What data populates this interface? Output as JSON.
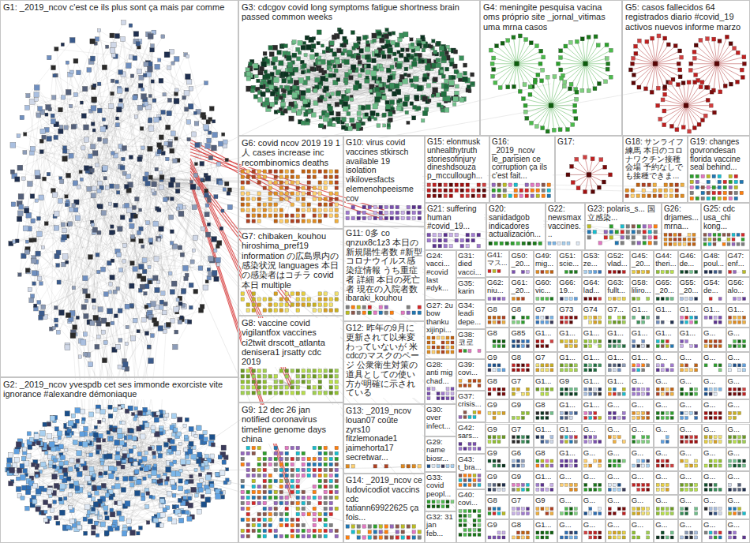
{
  "diagram": {
    "nodes": [
      {
        "text": [
          "G1: _2019_ncov c'est ce ils plus sont ça mais par comme"
        ]
      },
      {
        "text": [
          "G2: _2019_ncov yvespdb cet ses immonde exorciste vite ignorance #alexandre démoniaque"
        ]
      },
      {
        "text": [
          "G3: cdcgov covid long symptoms fatigue shortness brain passed common weeks"
        ]
      },
      {
        "text": [
          "G4: meningite pesquisa vacina oms próprio site _jornal_vitimas uma mrna casos"
        ]
      },
      {
        "text": [
          "G5: casos fallecidos 64 registrados diario #covid_19 activos nuevos informe marzo"
        ]
      },
      {
        "text": [
          "G6: covid ncov 2019 19 1人 cases increase inc recombinomics deaths"
        ]
      },
      {
        "text": [
          "G7: chibaken_kouhou hiroshima_pref19 information の広島県内の感染状況 languages 本日の感染者はコチラ covid 本日 multiple"
        ]
      },
      {
        "text": [
          "G8: vaccine covid vigilantfox vaccines ci2twit drscott_atlanta denisera1 jrsatty cdc 2019"
        ]
      },
      {
        "text": [
          "G9: 12 dec 26 jan notified coronavirus timeline genome days china"
        ]
      },
      {
        "text": [
          "G10: virus covid vaccines stkirsch available 19 isolation vikilovesfacts elemenohpeeisme cov"
        ]
      },
      {
        "text": [
          "G11: 0多 co qnzux8c1z3 本日の新規陽性者数 #新型コロナウイルス感染症情報 うち重症者 詳細 本日の死亡者 現在の入院者数 ibaraki_kouhou"
        ]
      },
      {
        "text": [
          "G12: 昨年の9月に更新されて以来変わっていないが 米cdcのマスクのページ 公衆衛生対策の道具としての使い方が明確に示されている"
        ]
      },
      {
        "text": [
          "G13: _2019_ncov louan07 coûte zyrs10 fitzlemonade1 jaimehorta17 secretwar..."
        ]
      },
      {
        "text": [
          "G14: _2019_ncov ce ludovicodiot vaccins cdc tatiann69922625 ça fois..."
        ]
      },
      {
        "text": [
          "G15: elonmusk unhealthytruth storiesofinjury dineshdsouza p_mccullough..."
        ]
      },
      {
        "text": [
          "G16: _2019_ncov le_parisien ce corruption ça ils c'est fait..."
        ]
      },
      {
        "text": [
          "G17:"
        ]
      },
      {
        "text": [
          "G18: サンライフ練馬 本日のコロナワクチン接種会場 予約なしでも接種できま..."
        ]
      },
      {
        "text": [
          "G19: changes govrondesan florida vaccine seal behind..."
        ]
      },
      {
        "text": [
          "G21: suffering human #covid_19..."
        ]
      },
      {
        "text": [
          "G20: sanidadgob indicadores actualización..."
        ]
      },
      {
        "text": [
          "G22: newsmax vaccines..."
        ]
      },
      {
        "text": [
          "G23: polaris_s... 国立感染..."
        ]
      },
      {
        "text": [
          "G26: drjames... mrna..."
        ]
      },
      {
        "text": [
          "G25: cdc usa_chi kong..."
        ]
      },
      {
        "text": [
          "G24: vacci... #covid last #dyk..."
        ]
      },
      {
        "text": [
          "G27: 2u bow thanku xijinpi..."
        ]
      },
      {
        "text": [
          "G28: anti mig chad..."
        ]
      },
      {
        "text": [
          "G30: over infect..."
        ]
      },
      {
        "text": [
          "G29: name biosr..."
        ]
      },
      {
        "text": [
          "G33: covid peopl..."
        ]
      },
      {
        "text": [
          "G32: 31 jan feb..."
        ]
      },
      {
        "text": [
          "G31: died vacci..."
        ]
      },
      {
        "text": [
          "G35: karin"
        ]
      },
      {
        "text": [
          "G34: leadi depe..."
        ]
      },
      {
        "text": [
          "G38: 코로"
        ]
      },
      {
        "text": [
          "G39: covi..."
        ]
      },
      {
        "text": [
          "G37: crisis..."
        ]
      },
      {
        "text": [
          "G42: sars..."
        ]
      },
      {
        "text": [
          "G43: t_bra..."
        ]
      },
      {
        "text": [
          "G40: covi..."
        ]
      },
      {
        "text": [
          "G41: マス..."
        ]
      },
      {
        "text": [
          "G50: _20..."
        ]
      },
      {
        "text": [
          "G49: mig..."
        ]
      },
      {
        "text": [
          "G51: scie..."
        ]
      },
      {
        "text": [
          "G53: ze..."
        ]
      },
      {
        "text": [
          "G52: vlad..."
        ]
      },
      {
        "text": [
          "G45: _20..."
        ]
      },
      {
        "text": [
          "G44: theri..."
        ]
      },
      {
        "text": [
          "G46: de..."
        ]
      },
      {
        "text": [
          "G48: poul..."
        ]
      },
      {
        "text": [
          "G47: enf..."
        ]
      },
      {
        "text": [
          "G62: niu..."
        ]
      },
      {
        "text": [
          "G61: _20..."
        ]
      },
      {
        "text": [
          "G60: vic..."
        ]
      },
      {
        "text": [
          "G66: 19..."
        ]
      },
      {
        "text": [
          "G64: lad..."
        ]
      },
      {
        "text": [
          "G63: fullt..."
        ]
      },
      {
        "text": [
          "G58: liliro..."
        ]
      },
      {
        "text": [
          "G65: _20..."
        ]
      },
      {
        "text": [
          "G55: _20..."
        ]
      },
      {
        "text": [
          "G54: de..."
        ]
      },
      {
        "text": [
          "G56: alo..."
        ]
      },
      {
        "text": [
          "G8"
        ]
      },
      {
        "text": [
          "G8"
        ]
      },
      {
        "text": [
          "G7"
        ]
      },
      {
        "text": [
          "G73"
        ]
      },
      {
        "text": [
          "G74"
        ]
      },
      {
        "text": [
          "G7..."
        ]
      },
      {
        "text": [
          "G1..."
        ]
      },
      {
        "text": [
          "G1..."
        ]
      },
      {
        "text": [
          "G1..."
        ]
      },
      {
        "text": [
          "G1..."
        ]
      },
      {
        "text": [
          "G1..."
        ]
      },
      {
        "text": [
          "G8"
        ]
      },
      {
        "text": [
          "G85"
        ]
      },
      {
        "text": [
          "G1..."
        ]
      },
      {
        "text": [
          "G1..."
        ]
      },
      {
        "text": [
          "G1..."
        ]
      },
      {
        "text": [
          "G1..."
        ]
      },
      {
        "text": [
          "G1..."
        ]
      },
      {
        "text": [
          "G1..."
        ]
      },
      {
        "text": [
          "G1..."
        ]
      },
      {
        "text": [
          "G..."
        ]
      },
      {
        "text": [
          "G..."
        ]
      },
      {
        "text": [
          "G9"
        ]
      },
      {
        "text": [
          "G8"
        ]
      },
      {
        "text": [
          "G7"
        ]
      },
      {
        "text": [
          "G1..."
        ]
      },
      {
        "text": [
          "G1..."
        ]
      },
      {
        "text": [
          "G1..."
        ]
      },
      {
        "text": [
          "G1..."
        ]
      },
      {
        "text": [
          "G..."
        ]
      },
      {
        "text": [
          "G..."
        ]
      },
      {
        "text": [
          "G..."
        ]
      },
      {
        "text": [
          "G..."
        ]
      },
      {
        "text": [
          "G8"
        ]
      },
      {
        "text": [
          "G7"
        ]
      },
      {
        "text": [
          "G1..."
        ]
      },
      {
        "text": [
          "G9"
        ]
      },
      {
        "text": [
          "G1..."
        ]
      },
      {
        "text": [
          "G1..."
        ]
      },
      {
        "text": [
          "G..."
        ]
      },
      {
        "text": [
          "G..."
        ]
      },
      {
        "text": [
          "G..."
        ]
      },
      {
        "text": [
          "G..."
        ]
      },
      {
        "text": [
          "G..."
        ]
      },
      {
        "text": [
          "G9"
        ]
      },
      {
        "text": [
          "G9"
        ]
      },
      {
        "text": [
          "G8"
        ]
      },
      {
        "text": [
          "G1..."
        ]
      },
      {
        "text": [
          "G1..."
        ]
      },
      {
        "text": [
          "G..."
        ]
      },
      {
        "text": [
          "G..."
        ]
      },
      {
        "text": [
          "G..."
        ]
      },
      {
        "text": [
          "G..."
        ]
      },
      {
        "text": [
          "G..."
        ]
      },
      {
        "text": [
          "G..."
        ]
      },
      {
        "text": [
          "G9"
        ]
      },
      {
        "text": [
          "G7"
        ]
      },
      {
        "text": [
          "G1..."
        ]
      },
      {
        "text": [
          "G1..."
        ]
      },
      {
        "text": [
          "G..."
        ]
      },
      {
        "text": [
          "G..."
        ]
      },
      {
        "text": [
          "G..."
        ]
      },
      {
        "text": [
          "G..."
        ]
      },
      {
        "text": [
          "G..."
        ]
      },
      {
        "text": [
          "G..."
        ]
      },
      {
        "text": [
          "G..."
        ]
      },
      {
        "text": [
          "G9"
        ]
      },
      {
        "text": [
          "G6"
        ]
      },
      {
        "text": [
          "G8"
        ]
      },
      {
        "text": [
          "G1..."
        ]
      },
      {
        "text": [
          "G..."
        ]
      },
      {
        "text": [
          "G..."
        ]
      },
      {
        "text": [
          "G..."
        ]
      },
      {
        "text": [
          "G..."
        ]
      },
      {
        "text": [
          "G..."
        ]
      },
      {
        "text": [
          "G..."
        ]
      },
      {
        "text": [
          "G..."
        ]
      },
      {
        "text": [
          "G9"
        ]
      },
      {
        "text": [
          "G9"
        ]
      },
      {
        "text": [
          "G1..."
        ]
      },
      {
        "text": [
          "G..."
        ]
      },
      {
        "text": [
          "G..."
        ]
      },
      {
        "text": [
          "G..."
        ]
      },
      {
        "text": [
          "G..."
        ]
      },
      {
        "text": [
          "G..."
        ]
      },
      {
        "text": [
          "G..."
        ]
      },
      {
        "text": [
          "G..."
        ]
      },
      {
        "text": [
          "G..."
        ]
      },
      {
        "text": [
          "G8"
        ]
      },
      {
        "text": [
          "G7"
        ]
      },
      {
        "text": [
          "G9"
        ]
      },
      {
        "text": [
          "G..."
        ]
      },
      {
        "text": [
          "G..."
        ]
      },
      {
        "text": [
          "G..."
        ]
      },
      {
        "text": [
          "G..."
        ]
      },
      {
        "text": [
          "G..."
        ]
      },
      {
        "text": [
          "G..."
        ]
      },
      {
        "text": [
          "G..."
        ]
      },
      {
        "text": [
          "G..."
        ]
      },
      {
        "text": [
          "G9"
        ]
      },
      {
        "text": [
          "G8"
        ]
      },
      {
        "text": [
          "G1..."
        ]
      },
      {
        "text": [
          "G..."
        ]
      },
      {
        "text": [
          "G..."
        ]
      },
      {
        "text": [
          "G..."
        ]
      },
      {
        "text": [
          "G..."
        ]
      },
      {
        "text": [
          "G..."
        ]
      },
      {
        "text": [
          "G..."
        ]
      },
      {
        "text": [
          "G..."
        ]
      },
      {
        "text": [
          "G..."
        ]
      }
    ]
  }
}
